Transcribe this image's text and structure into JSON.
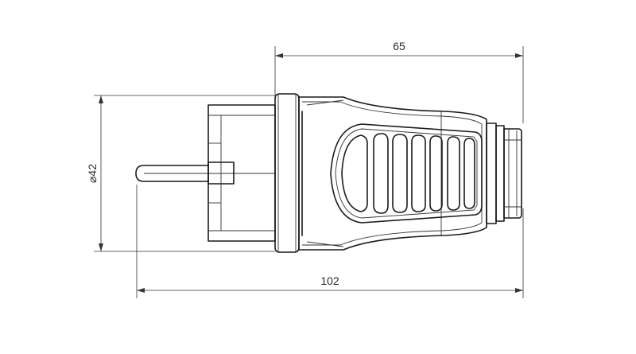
{
  "dimensions": {
    "width_label": "65",
    "length_label": "102",
    "diameter_label": "42",
    "diameter_symbol": "⌀"
  },
  "colors": {
    "line": "#1a1a1a",
    "dimension": "#333333",
    "background": "#ffffff"
  }
}
